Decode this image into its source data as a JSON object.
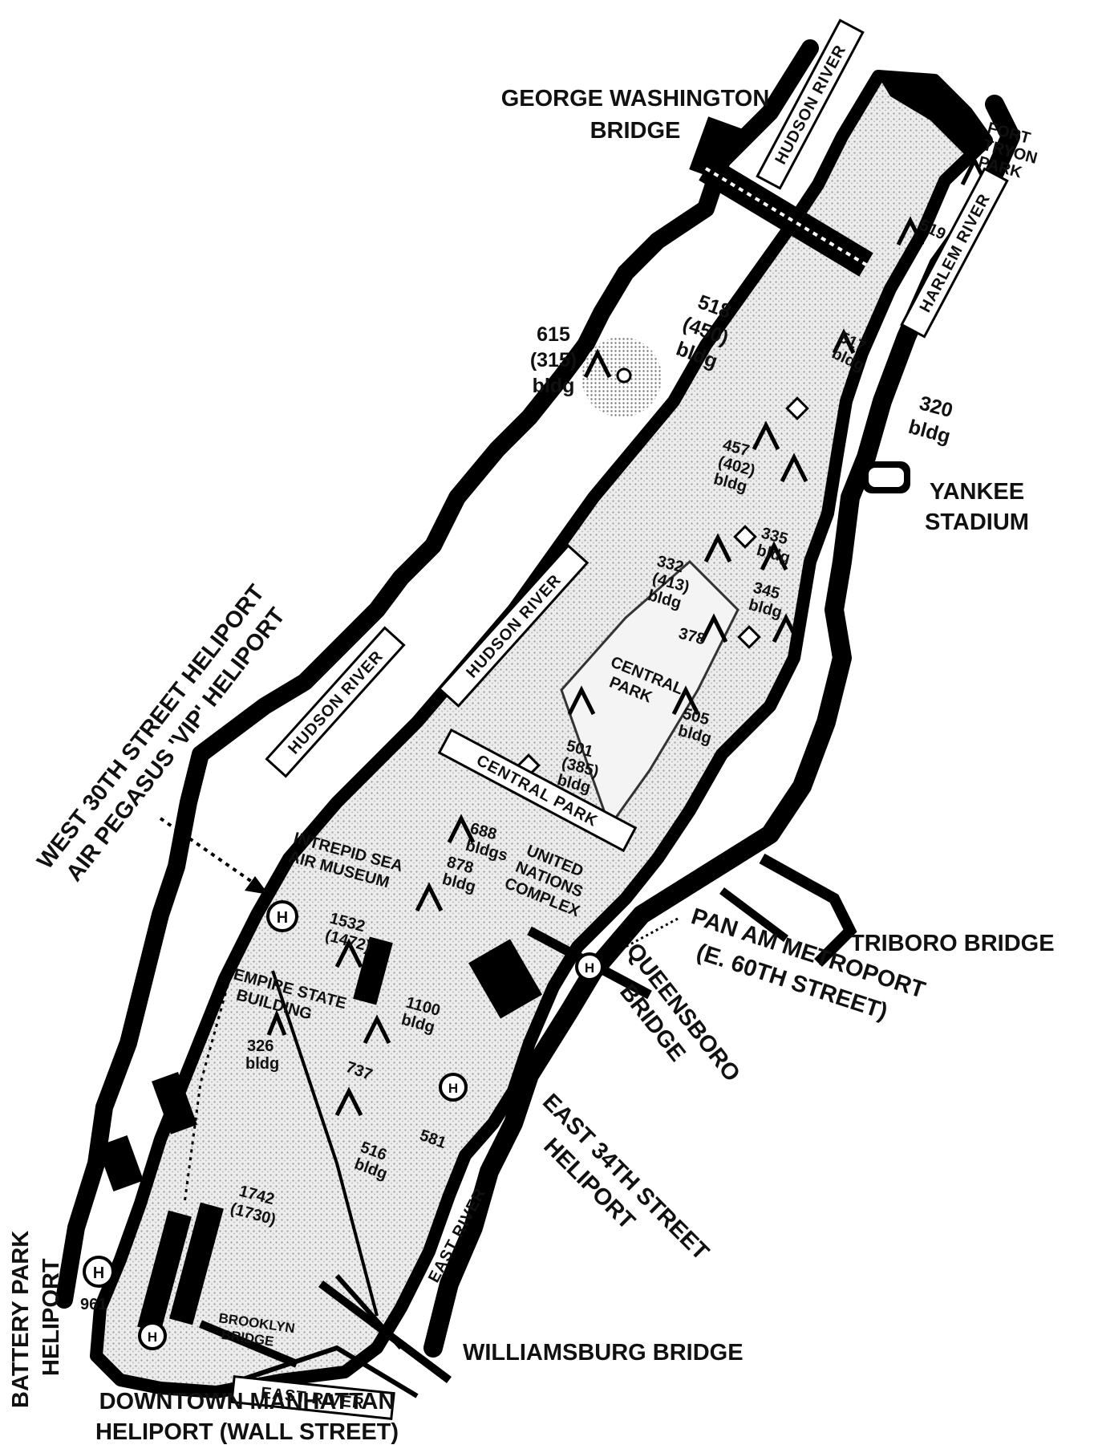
{
  "map": {
    "landmarks": {
      "gw_bridge": [
        "GEORGE WASHINGTON",
        "BRIDGE"
      ],
      "yankee": [
        "YANKEE",
        "STADIUM"
      ],
      "triboro": "TRIBORO BRIDGE",
      "panam": [
        "PAN AM METROPORT",
        "(E. 60TH STREET)"
      ],
      "queensboro": [
        "QUEENSBORO",
        "BRIDGE"
      ],
      "east34": [
        "EAST 34TH STREET",
        "HELIPORT"
      ],
      "williamsburg": "WILLIAMSBURG BRIDGE",
      "downtown": [
        "DOWNTOWN MANHATTAN",
        "HELIPORT (WALL STREET)"
      ],
      "battery": [
        "BATTERY PARK",
        "HELIPORT"
      ],
      "west30": [
        "WEST 30TH STREET HELIPORT",
        "AIR PEGASUS 'VIP' HELIPORT"
      ]
    },
    "rivers": {
      "hudson": "HUDSON RIVER",
      "harlem": "HARLEM RIVER",
      "east_banner": "EAST RIVER",
      "east_water": "EAST   RIVER"
    },
    "areas": {
      "fort_tryon": [
        "FORT",
        "TRYON",
        "PARK"
      ],
      "central_park_banner": "CENTRAL PARK",
      "central_park": [
        "CENTRAL",
        "PARK"
      ],
      "intrepid": [
        "INTREPID SEA",
        "AIR MUSEUM"
      ],
      "un": [
        "UNITED",
        "NATIONS",
        "COMPLEX"
      ],
      "empire": [
        "EMPIRE STATE",
        "BUILDING"
      ],
      "brooklyn": [
        "BROOKLYN",
        "BRIDGE"
      ]
    },
    "obstructions": {
      "o615": [
        "615",
        "(315)",
        "bldg"
      ],
      "o518": [
        "518",
        "(450)",
        "bldg"
      ],
      "o320": [
        "320",
        "bldg"
      ],
      "o517": [
        "517",
        "bldg"
      ],
      "o519": "519",
      "o457": [
        "457",
        "(402)",
        "bldg"
      ],
      "o335": [
        "335",
        "bldg"
      ],
      "o332": [
        "332",
        "(413)",
        "bldg"
      ],
      "o345": [
        "345",
        "bldg"
      ],
      "o378": "378",
      "o501": [
        "501",
        "(385)",
        "bldg"
      ],
      "o505": [
        "505",
        "bldg"
      ],
      "o688": [
        "688",
        "bldgs"
      ],
      "o878": [
        "878",
        "bldg"
      ],
      "o1532": [
        "1532",
        "(1472)"
      ],
      "o1100": [
        "1100",
        "bldg"
      ],
      "o326": [
        "326",
        "bldg"
      ],
      "o737": "737",
      "o516": [
        "516",
        "bldg"
      ],
      "o581": "581",
      "o1742": [
        "1742",
        "(1730)"
      ],
      "o961": "961"
    },
    "heliport_symbol": "H"
  }
}
